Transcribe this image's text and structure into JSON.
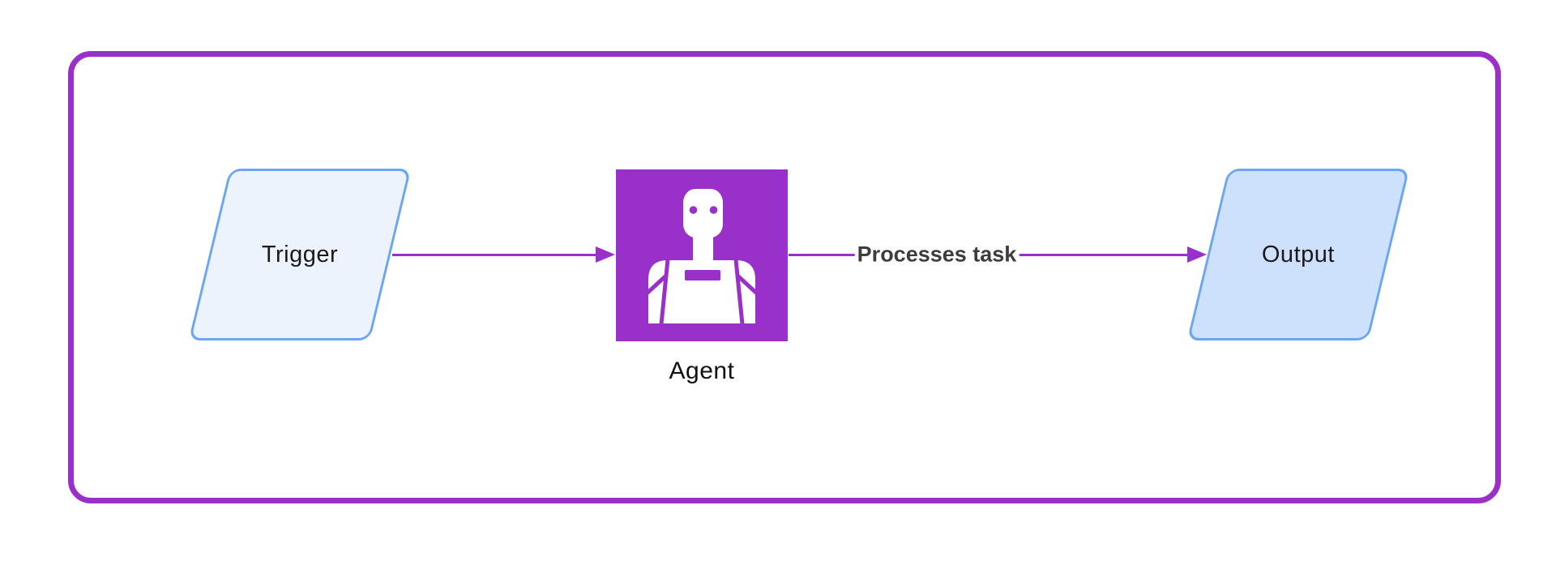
{
  "diagram": {
    "title": "agent-flow-diagram",
    "frame": {
      "border_color": "#9930C9"
    },
    "nodes": [
      {
        "id": "trigger",
        "label": "Trigger",
        "shape": "parallelogram",
        "fill": "#EDF3FC",
        "border_color": "#6CA6F0"
      },
      {
        "id": "agent",
        "label": "Agent",
        "shape": "square",
        "fill": "#9930C9",
        "icon": "robot-icon"
      },
      {
        "id": "output",
        "label": "Output",
        "shape": "parallelogram",
        "fill": "#CEE1FC",
        "border_color": "#6CA6F0"
      }
    ],
    "edges": [
      {
        "id": "trigger-to-agent",
        "from": "trigger",
        "to": "agent",
        "label": "",
        "color": "#9930C9"
      },
      {
        "id": "agent-to-output",
        "from": "agent",
        "to": "output",
        "label": "Processes task",
        "color": "#9930C9"
      }
    ],
    "colors": {
      "accent_purple": "#9930C9",
      "node_blue_border": "#6CA6F0",
      "trigger_fill": "#EDF3FC",
      "output_fill": "#CEE1FC",
      "node_text": "#1a1a1a",
      "edge_label_text": "#3d3d3d",
      "background": "#ffffff"
    }
  }
}
